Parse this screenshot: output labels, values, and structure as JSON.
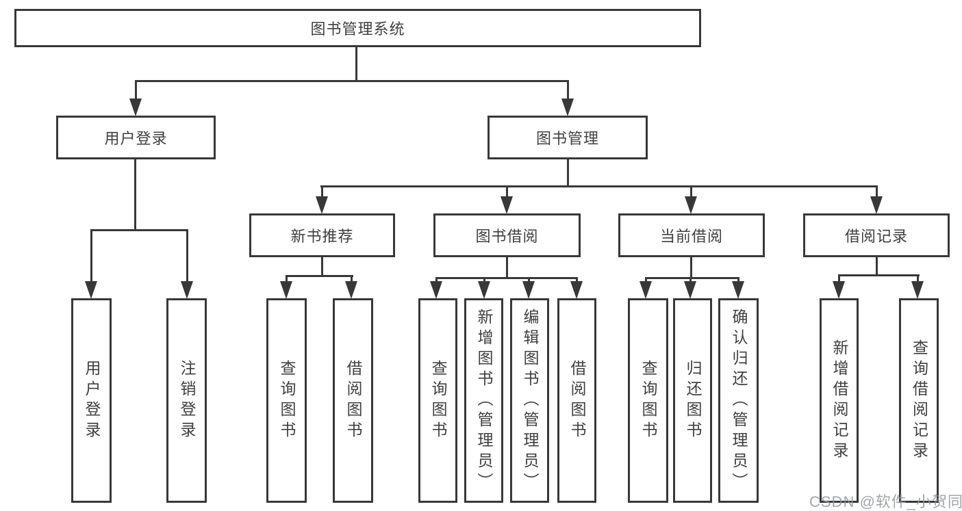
{
  "colors": {
    "line": "#383838",
    "box_border": "#383838",
    "text": "#3f3f3f",
    "background": "#ffffff",
    "watermark": "#91969b"
  },
  "diagram": {
    "root": {
      "label": "图书管理系统"
    },
    "level2": {
      "user_login": {
        "label": "用户登录"
      },
      "book_management": {
        "label": "图书管理"
      }
    },
    "level3": {
      "new_book_recommendation": {
        "label": "新书推荐"
      },
      "book_borrowing": {
        "label": "图书借阅"
      },
      "current_borrowing": {
        "label": "当前借阅"
      },
      "borrowing_records": {
        "label": "借阅记录"
      }
    },
    "leaves": {
      "user_login": {
        "label": "用户登录"
      },
      "logout": {
        "label": "注销登录"
      },
      "recommend_query_books": {
        "label": "查询图书"
      },
      "recommend_borrow_books": {
        "label": "借阅图书"
      },
      "borrowing_query_books": {
        "label": "查询图书"
      },
      "borrowing_add_books": {
        "label": "新增图书（管理员）"
      },
      "borrowing_edit_books": {
        "label": "编辑图书（管理员）"
      },
      "borrowing_borrow_books": {
        "label": "借阅图书"
      },
      "current_query_books": {
        "label": "查询图书"
      },
      "current_return_books": {
        "label": "归还图书"
      },
      "current_confirm_return": {
        "label": "确认归还（管理员）"
      },
      "records_add_record": {
        "label": "新增借阅记录"
      },
      "records_query_record": {
        "label": "查询借阅记录"
      }
    }
  },
  "watermark": {
    "text": "CSDN @软件_小贺同学"
  }
}
